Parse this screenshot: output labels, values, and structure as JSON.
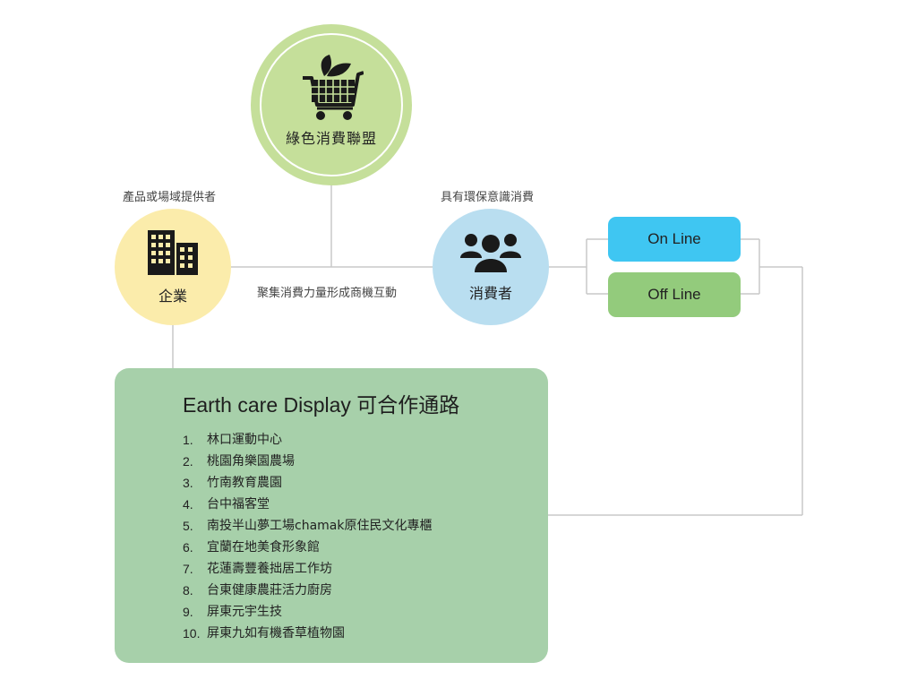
{
  "hub": {
    "label": "綠色消費聯盟",
    "icon": "shopping-cart-leaf-icon"
  },
  "enterprise": {
    "label": "企業",
    "caption": "產品或場域提供者",
    "icon": "buildings-icon"
  },
  "consumer": {
    "label": "消費者",
    "caption": "具有環保意識消費",
    "icon": "people-group-icon"
  },
  "link_label": "聚集消費力量形成商機互動",
  "channels": {
    "online": "On Line",
    "offline": "Off Line"
  },
  "panel": {
    "title": "Earth care Display 可合作通路",
    "items": [
      {
        "num": "1.",
        "text": "林口運動中心"
      },
      {
        "num": "2.",
        "text": "桃園角樂園農場"
      },
      {
        "num": "3.",
        "text": "竹南教育農園"
      },
      {
        "num": "4.",
        "text": "台中福客堂"
      },
      {
        "num": "5.",
        "text": "南投半山夢工場chamak原住民文化專櫃"
      },
      {
        "num": "6.",
        "text": "宜蘭在地美食形象館"
      },
      {
        "num": "7.",
        "text": "花蓮壽豐養拙居工作坊"
      },
      {
        "num": "8.",
        "text": "台東健康農莊活力廚房"
      },
      {
        "num": "9.",
        "text": "屏東元宇生技"
      },
      {
        "num": "10.",
        "text": "屏東九如有機香草植物園"
      }
    ]
  },
  "colors": {
    "hub": "#c5df9a",
    "enterprise": "#fbecab",
    "consumer": "#b9def0",
    "online": "#3fc6f2",
    "offline": "#93cb7c",
    "panel": "#a7d0aa",
    "line": "#c8c8c8"
  }
}
